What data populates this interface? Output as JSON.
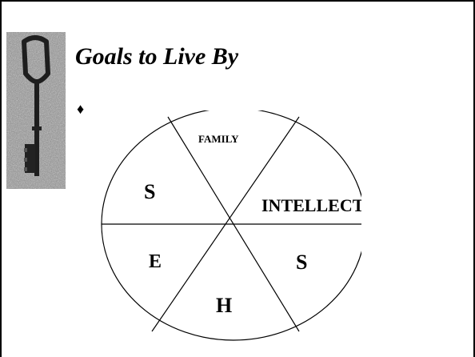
{
  "slide": {
    "title": "Goals to Live By",
    "bullet_symbol": "♦"
  },
  "images": {
    "key_photo_icon": "antique-key-icon"
  },
  "wheel": {
    "segments": [
      {
        "id": "top",
        "label": "FAMILY"
      },
      {
        "id": "upper-right",
        "label": "INTELLECT"
      },
      {
        "id": "lower-right",
        "label": "S"
      },
      {
        "id": "bottom",
        "label": "H"
      },
      {
        "id": "lower-left",
        "label": "E"
      },
      {
        "id": "upper-left",
        "label": "S"
      }
    ]
  }
}
